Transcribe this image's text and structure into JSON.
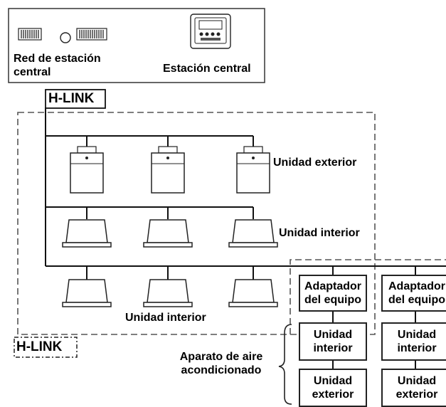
{
  "labels": {
    "central_network": "Red de estación central",
    "central_station": "Estación central",
    "hlink_top": "H-LINK",
    "outdoor_unit": "Unidad exterior",
    "indoor_unit_upper": "Unidad interior",
    "indoor_unit_lower": "Unidad interior",
    "hlink_bottom": "H-LINK",
    "ac_equipment": "Aparato de aire acondicionado"
  },
  "adapter_columns": [
    {
      "adapter": "Adaptador del equipo",
      "indoor": "Unidad interior",
      "outdoor": "Unidad exterior"
    },
    {
      "adapter": "Adaptador del equipo",
      "indoor": "Unidad interior",
      "outdoor": "Unidad exterior"
    }
  ],
  "colors": {
    "line": "#111111",
    "dashed": "#555555",
    "unit_fill": "#ffffff"
  },
  "icons": [
    "network-station-icon",
    "central-station-controller-icon",
    "outdoor-unit-icon",
    "indoor-unit-icon"
  ]
}
